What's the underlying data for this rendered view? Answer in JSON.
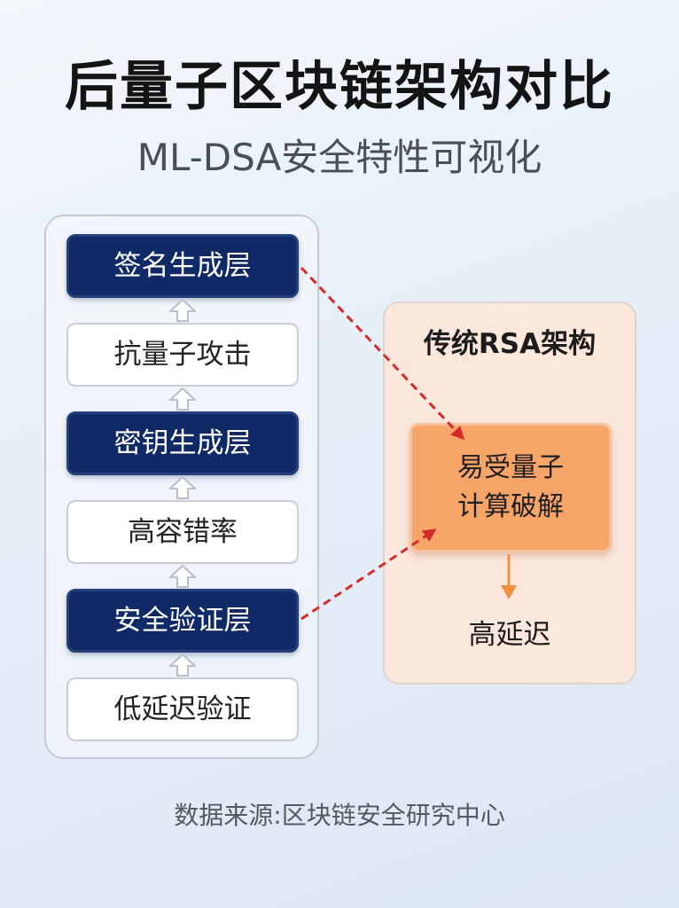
{
  "title": "后量子区块链架构对比",
  "subtitle": "ML-DSA安全特性可视化",
  "left_stack": [
    {
      "label": "签名生成层",
      "style": "dark"
    },
    {
      "label": "抗量子攻击",
      "style": "light"
    },
    {
      "label": "密钥生成层",
      "style": "dark"
    },
    {
      "label": "高容错率",
      "style": "light"
    },
    {
      "label": "安全验证层",
      "style": "dark"
    },
    {
      "label": "低延迟验证",
      "style": "light"
    }
  ],
  "right_panel": {
    "title": "传统RSA架构",
    "vulnerability_line1": "易受量子",
    "vulnerability_line2": "计算破解",
    "consequence": "高延迟"
  },
  "source": "数据来源:区块链安全研究中心",
  "colors": {
    "dark_box": "#0f2a66",
    "right_panel_bg": "#fbe7dc",
    "vulnerability_box": "#f7a469",
    "dashed_arrow": "#d42a2a",
    "orange_arrow": "#f28f3f"
  }
}
